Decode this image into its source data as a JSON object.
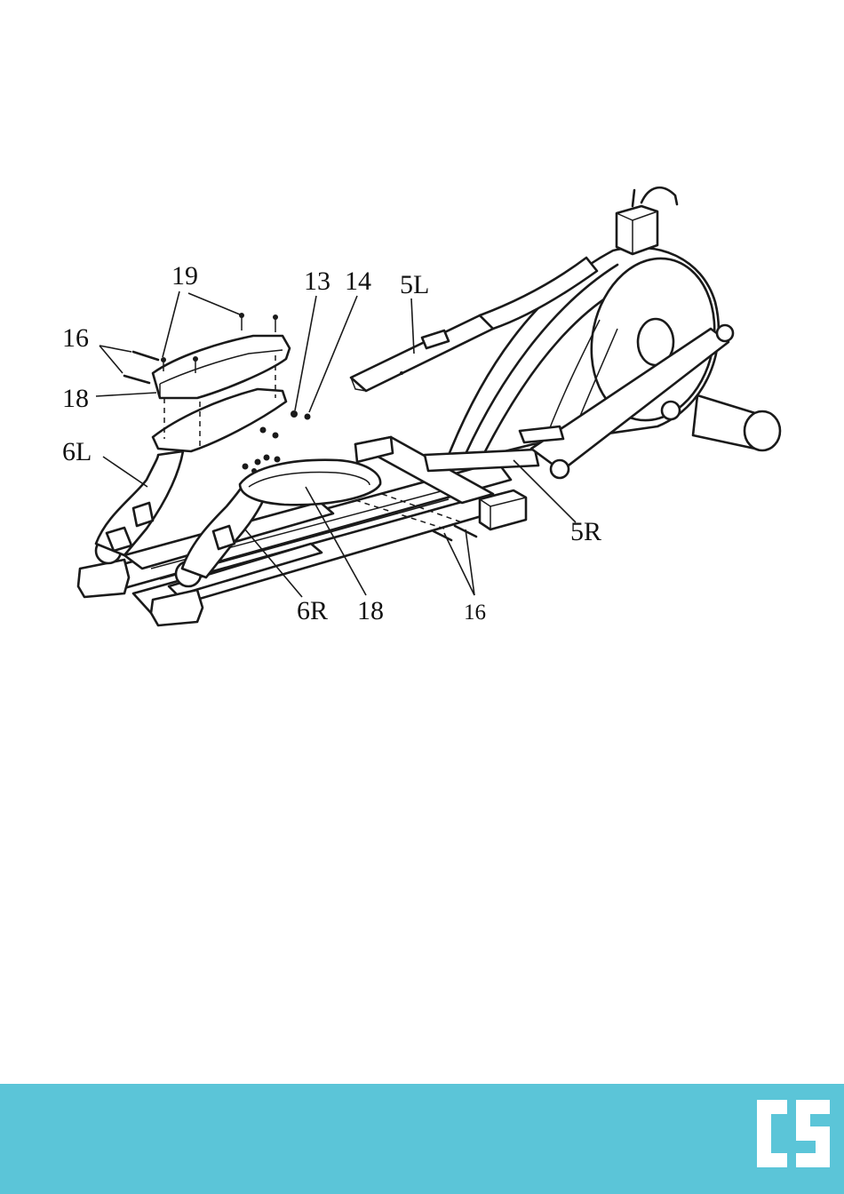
{
  "diagram": {
    "callouts": [
      "19",
      "16",
      "18",
      "6L",
      "13",
      "14",
      "5L",
      "5R",
      "6R",
      "18",
      "16"
    ]
  },
  "footer": {
    "background": "#5bc5d8",
    "logo_text": "CS"
  }
}
